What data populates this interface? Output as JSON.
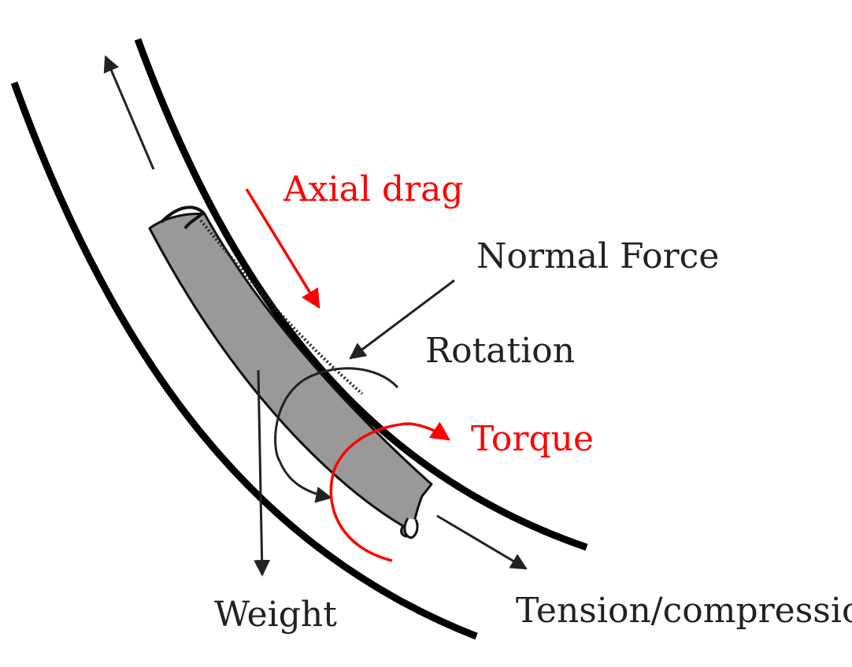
{
  "colors": {
    "background": "#ffffff",
    "wall": "#000000",
    "pipe_fill": "#999999",
    "label_black": "#222222",
    "label_red": "#ff0000"
  },
  "labels": {
    "axial_drag": "Axial drag",
    "normal_force": "Normal Force",
    "rotation": "Rotation",
    "torque": "Torque",
    "weight": "Weight",
    "tension_compression": "Tension/compression"
  }
}
